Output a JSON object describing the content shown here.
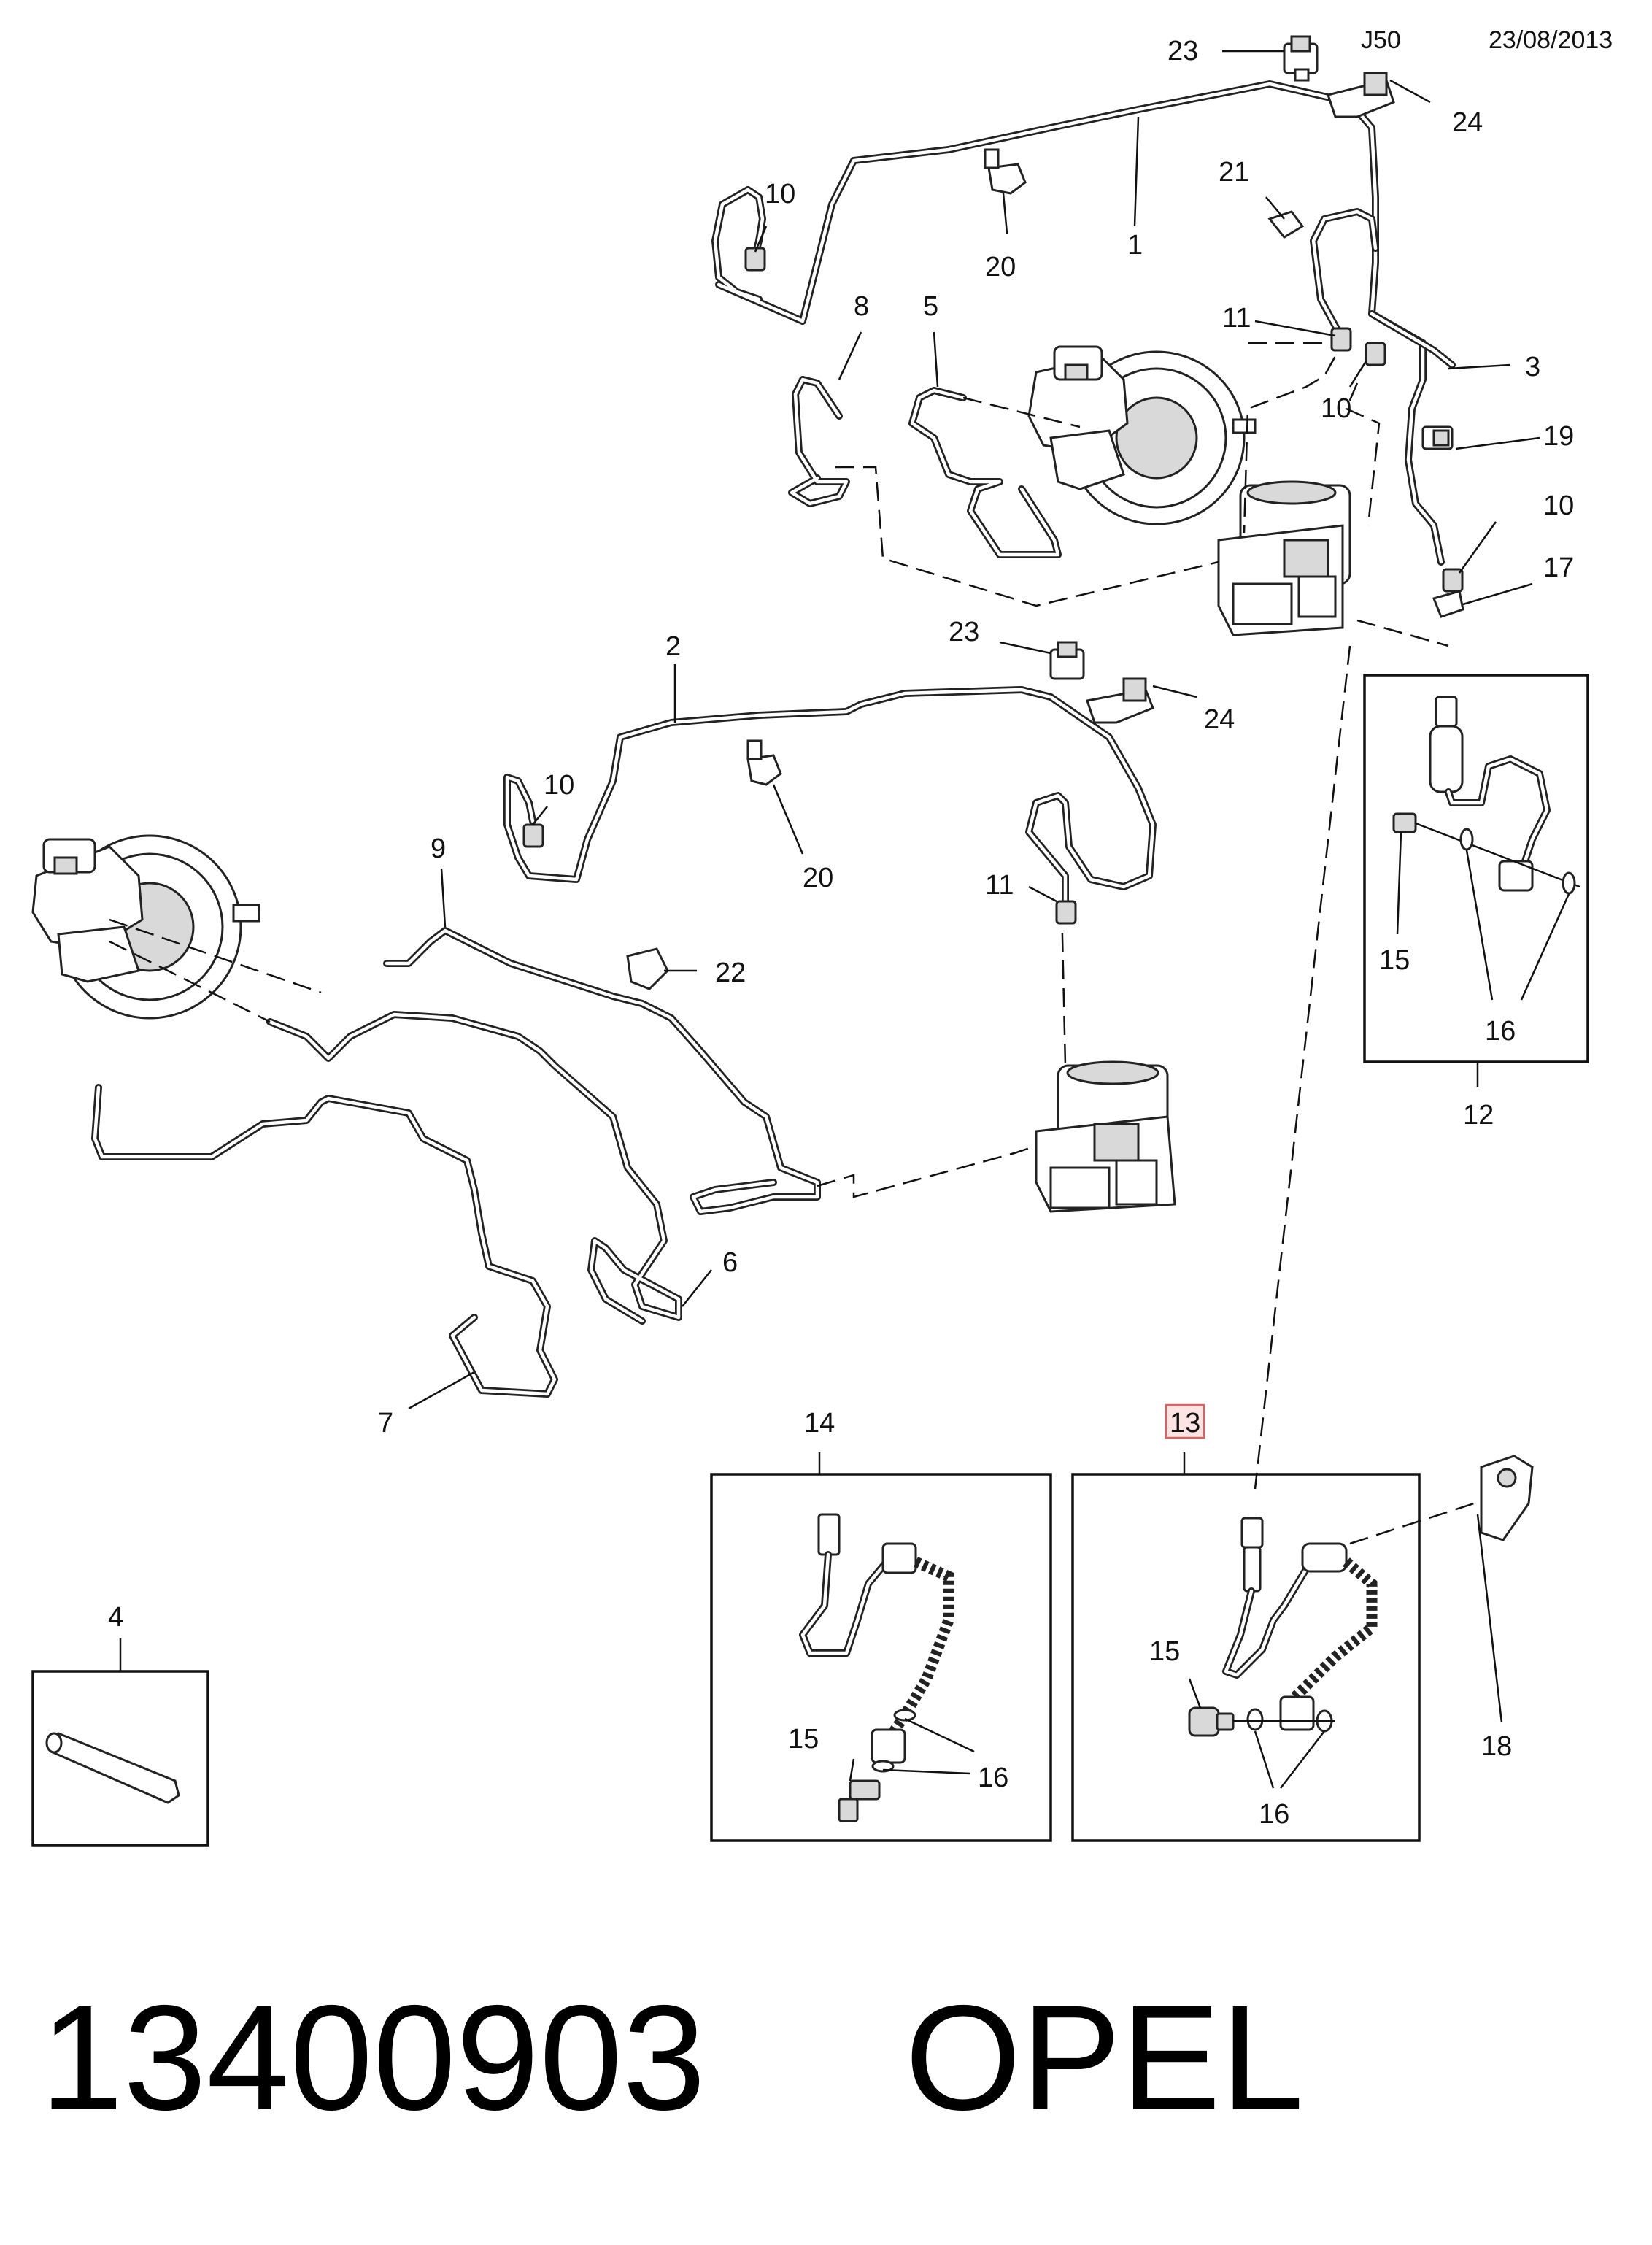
{
  "header": {
    "code": "J50",
    "date": "23/08/2013"
  },
  "footer": {
    "part_number": "13400903",
    "brand": "OPEL"
  },
  "callouts": {
    "c1": "1",
    "c2": "2",
    "c3": "3",
    "c4": "4",
    "c5": "5",
    "c6": "6",
    "c7": "7",
    "c8": "8",
    "c9": "9",
    "c10": "10",
    "c11": "11",
    "c12": "12",
    "c13": "13",
    "c14": "14",
    "c15": "15",
    "c16": "16",
    "c17": "17",
    "c18": "18",
    "c19": "19",
    "c20": "20",
    "c21": "21",
    "c22": "22",
    "c23": "23",
    "c24": "24"
  },
  "highlighted_callout": "13"
}
